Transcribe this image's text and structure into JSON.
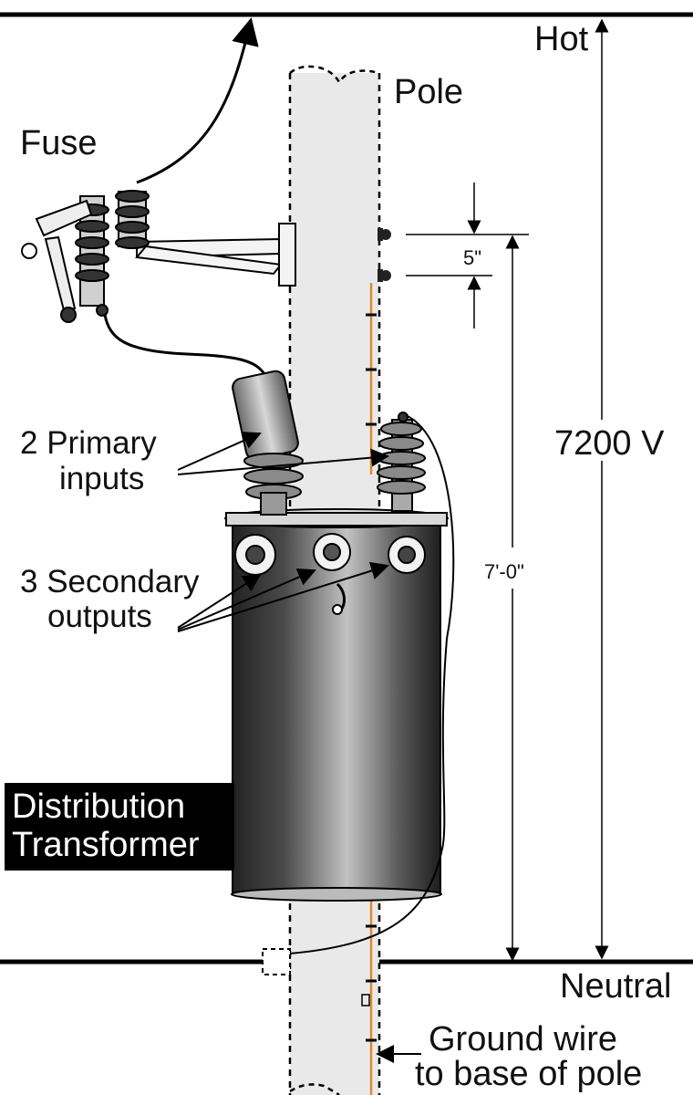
{
  "labels": {
    "hot": "Hot",
    "pole": "Pole",
    "fuse": "Fuse",
    "primary_line1": "2 Primary",
    "primary_line2": "inputs",
    "secondary_line1": "3 Secondary",
    "secondary_line2": "outputs",
    "voltage": "7200 V",
    "spacing": "5\"",
    "height": "7'-0\"",
    "neutral": "Neutral",
    "ground_line1": "Ground wire",
    "ground_line2": "to base of pole",
    "title_line1": "Distribution",
    "title_line2": "Transformer"
  },
  "colors": {
    "line": "#000000",
    "pole_fill": "#e9e9e9",
    "ground_wire": "#e08a2a",
    "transformer_dark": "#2a2a2a",
    "transformer_light": "#b8b8b8"
  }
}
